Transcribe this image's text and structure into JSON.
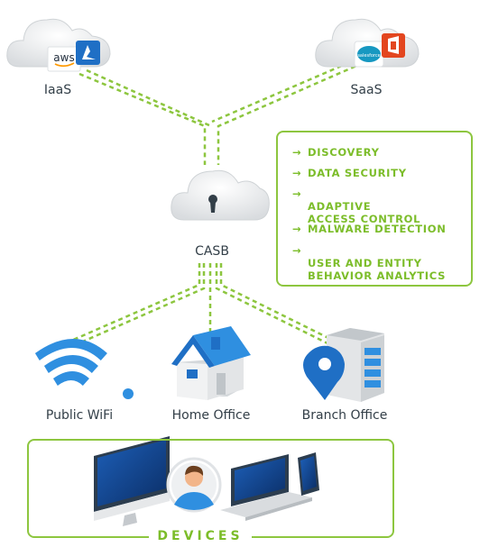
{
  "nodes": {
    "iaas": {
      "label": "IaaS",
      "logos": [
        "aws",
        "azure-icon"
      ]
    },
    "saas": {
      "label": "SaaS",
      "logos": [
        "salesforce",
        "office-icon"
      ]
    },
    "casb": {
      "label": "CASB"
    },
    "public_wifi": {
      "label": "Public WiFi"
    },
    "home_office": {
      "label": "Home Office"
    },
    "branch_office": {
      "label": "Branch Office"
    }
  },
  "features": [
    {
      "label": "DISCOVERY"
    },
    {
      "label": "DATA SECURITY"
    },
    {
      "label": "ADAPTIVE\nACCESS CONTROL"
    },
    {
      "label": "MALWARE DETECTION"
    },
    {
      "label": "USER AND ENTITY\nBEHAVIOR ANALYTICS"
    }
  ],
  "devices": {
    "label": "DEVICES"
  },
  "logo_text": {
    "aws": "aws",
    "salesforce": "salesforce"
  },
  "colors": {
    "accent_green": "#8dc63f",
    "feature_text": "#7cbd2a",
    "icon_blue": "#2f8fe0",
    "cloud_gray": "#e6e8ea",
    "label_text": "#333f48"
  }
}
